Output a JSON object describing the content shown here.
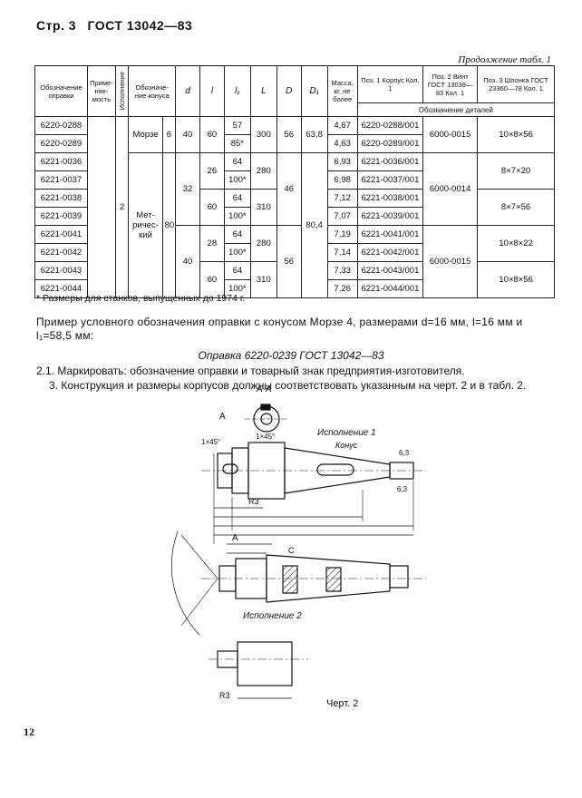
{
  "header": {
    "page_label": "Стр. 3",
    "standard": "ГОСТ 13042—83"
  },
  "table_caption": "Продолжение табл. 1",
  "columns": {
    "designation": "Обозначение оправки",
    "application": "Приме- няе- мость",
    "execution": "Исполнение",
    "cone": "Обозначе- ние конуса",
    "d": "d",
    "l": "l",
    "l1": "l₁",
    "L": "L",
    "D": "D",
    "D1": "D₁",
    "mass": "Масса, кг, не более",
    "pos1": "Поз. 1 Корпус Кол. 1",
    "pos2": "Поз. 2 Винт ГОСТ 13039—83 Кол. 1",
    "pos3": "Поз. 3 Шпонка ГОСТ 23360—78 Кол. 1",
    "parts": "Обозначение деталей"
  },
  "rows": [
    {
      "des": "6220-0288",
      "l1": "57",
      "mass": "4,67",
      "body": "6220-0288/001"
    },
    {
      "des": "6220-0289",
      "l1": "85*",
      "mass": "4,63",
      "body": "6220-0289/001"
    },
    {
      "des": "6221-0036",
      "l1": "64",
      "mass": "6,93",
      "body": "6221-0036/001"
    },
    {
      "des": "6221-0037",
      "l1": "100*",
      "mass": "6,98",
      "body": "6221-0037/001"
    },
    {
      "des": "6221-0038",
      "l1": "64",
      "mass": "7,12",
      "body": "6221-0038/001"
    },
    {
      "des": "6221-0039",
      "l1": "100*",
      "mass": "7,07",
      "body": "6221-0039/001"
    },
    {
      "des": "6221-0041",
      "l1": "64",
      "mass": "7,19",
      "body": "6221-0041/001"
    },
    {
      "des": "6221-0042",
      "l1": "100*",
      "mass": "7,14",
      "body": "6221-0042/001"
    },
    {
      "des": "6221-0043",
      "l1": "64",
      "mass": "7,33",
      "body": "6221-0043/001"
    },
    {
      "des": "6221-0044",
      "l1": "100*",
      "mass": "7,26",
      "body": "6221-0044/001"
    }
  ],
  "merged": {
    "exec": "2",
    "morse": "Морзе",
    "morse_no": "6",
    "metric": "Мет- ричес- кий",
    "metric_no": "80",
    "d40a": "40",
    "d32": "32",
    "d40b": "40",
    "l60a": "60",
    "l26": "26",
    "l60b": "60",
    "l28": "28",
    "l60c": "60",
    "L300": "300",
    "L280a": "280",
    "L310a": "310",
    "L280b": "280",
    "L310b": "310",
    "D56a": "56",
    "D46": "46",
    "D56b": "56",
    "D1_638": "63,8",
    "D1_804": "80,4",
    "screw1": "6000-0015",
    "screw2": "6000-0014",
    "screw3": "6000-0015",
    "key1": "10×8×56",
    "key2": "8×7×20",
    "key3": "8×7×56",
    "key4": "10×8×22",
    "key5": "10×8×56"
  },
  "footnote": "* Размеры для станков, выпущенных до 1974 г.",
  "example_text": "Пример условного обозначения оправки с конусом Морзе 4, размерами d=16 мм, l=16 мм и l₁=58,5 мм:",
  "example_title": "Оправка 6220-0239 ГОСТ 13042—83",
  "item_2_1": "2.1. Маркировать: обозначение оправки и товарный знак предприятия-изготовителя.",
  "item_3": "3. Конструкция и размеры корпусов должны соответствовать указанным на черт. 2 и в табл. 2.",
  "drawing": {
    "section": "А-А",
    "mark_a": "А",
    "exec1": "Исполнение 1",
    "exec2": "Исполнение 2",
    "cone": "Конус",
    "chamfer": "1×45°",
    "rough": "6,3",
    "r3": "R3",
    "c": "C"
  },
  "figure_caption": "Черт. 2",
  "page_number": "12"
}
